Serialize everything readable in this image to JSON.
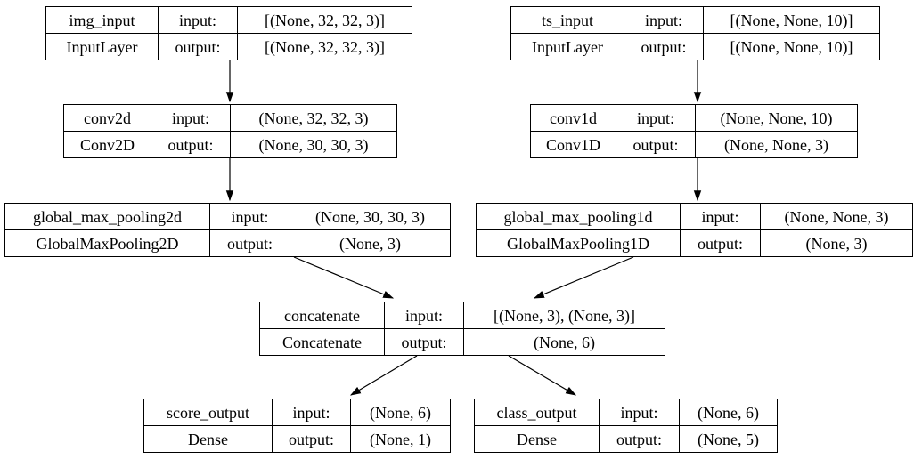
{
  "diagram": {
    "kind": "keras-model-graph",
    "nodes": [
      {
        "name": "img_input",
        "class": "InputLayer",
        "input_label": "input:",
        "output_label": "output:",
        "input": "[(None, 32, 32, 3)]",
        "output": "[(None, 32, 32, 3)]"
      },
      {
        "name": "ts_input",
        "class": "InputLayer",
        "input_label": "input:",
        "output_label": "output:",
        "input": "[(None, None, 10)]",
        "output": "[(None, None, 10)]"
      },
      {
        "name": "conv2d",
        "class": "Conv2D",
        "input_label": "input:",
        "output_label": "output:",
        "input": "(None, 32, 32, 3)",
        "output": "(None, 30, 30, 3)"
      },
      {
        "name": "conv1d",
        "class": "Conv1D",
        "input_label": "input:",
        "output_label": "output:",
        "input": "(None, None, 10)",
        "output": "(None, None, 3)"
      },
      {
        "name": "global_max_pooling2d",
        "class": "GlobalMaxPooling2D",
        "input_label": "input:",
        "output_label": "output:",
        "input": "(None, 30, 30, 3)",
        "output": "(None, 3)"
      },
      {
        "name": "global_max_pooling1d",
        "class": "GlobalMaxPooling1D",
        "input_label": "input:",
        "output_label": "output:",
        "input": "(None, None, 3)",
        "output": "(None, 3)"
      },
      {
        "name": "concatenate",
        "class": "Concatenate",
        "input_label": "input:",
        "output_label": "output:",
        "input": "[(None, 3), (None, 3)]",
        "output": "(None, 6)"
      },
      {
        "name": "score_output",
        "class": "Dense",
        "input_label": "input:",
        "output_label": "output:",
        "input": "(None, 6)",
        "output": "(None, 1)"
      },
      {
        "name": "class_output",
        "class": "Dense",
        "input_label": "input:",
        "output_label": "output:",
        "input": "(None, 6)",
        "output": "(None, 5)"
      }
    ],
    "edges": [
      {
        "from": "img_input",
        "to": "conv2d"
      },
      {
        "from": "ts_input",
        "to": "conv1d"
      },
      {
        "from": "conv2d",
        "to": "global_max_pooling2d"
      },
      {
        "from": "conv1d",
        "to": "global_max_pooling1d"
      },
      {
        "from": "global_max_pooling2d",
        "to": "concatenate"
      },
      {
        "from": "global_max_pooling1d",
        "to": "concatenate"
      },
      {
        "from": "concatenate",
        "to": "score_output"
      },
      {
        "from": "concatenate",
        "to": "class_output"
      }
    ],
    "colors": {
      "line": "#000000",
      "background": "#ffffff",
      "text": "#000000"
    }
  }
}
